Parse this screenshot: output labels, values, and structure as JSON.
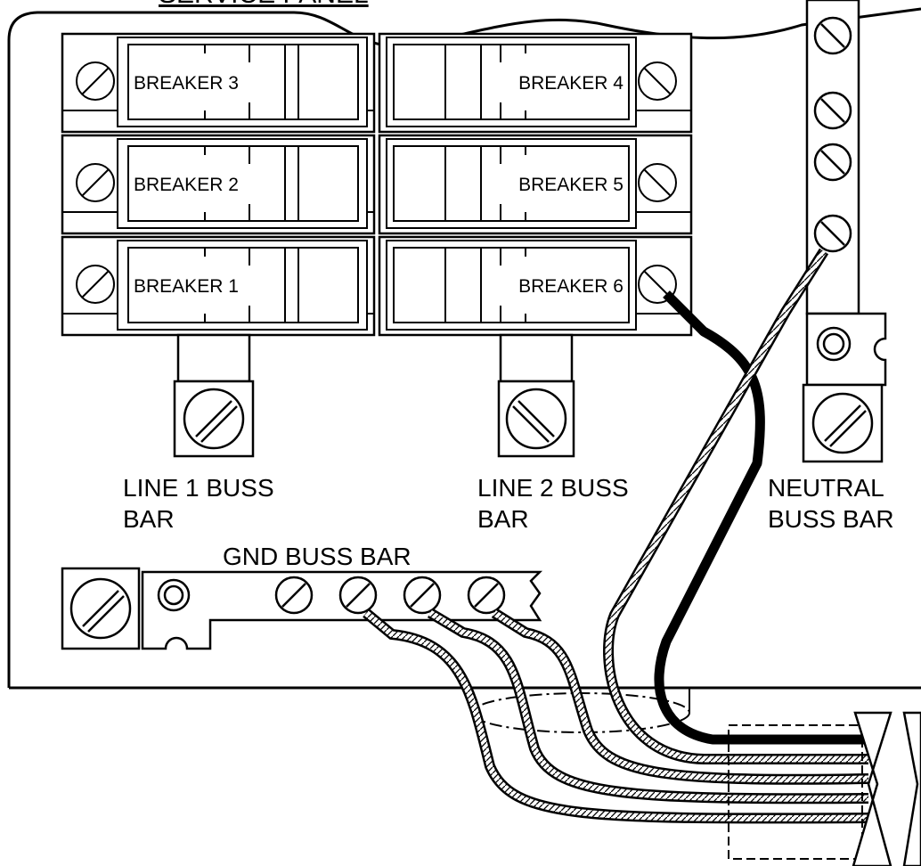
{
  "diagram": {
    "title": "SERVICE PANEL",
    "breakers": {
      "b3": "BREAKER 3",
      "b4": "BREAKER 4",
      "b2": "BREAKER 2",
      "b5": "BREAKER 5",
      "b1": "BREAKER 1",
      "b6": "BREAKER 6"
    },
    "labels": {
      "line1_l1": "LINE 1 BUSS",
      "line1_l2": "BAR",
      "line2_l1": "LINE 2 BUSS",
      "line2_l2": "BAR",
      "neutral_l1": "NEUTRAL",
      "neutral_l2": "BUSS BAR",
      "gnd": "GND BUSS BAR"
    }
  }
}
